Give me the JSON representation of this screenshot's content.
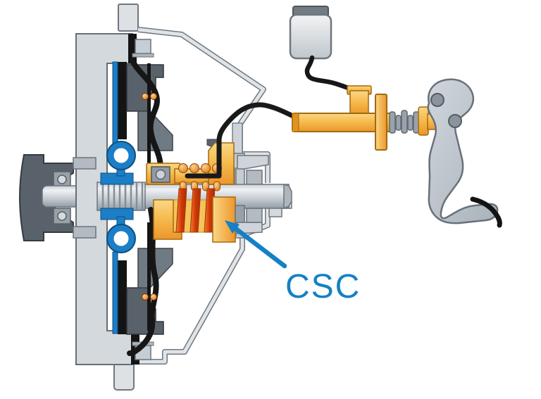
{
  "diagram": {
    "label": {
      "text": "CSC"
    },
    "colors": {
      "accent_blue": "#1580c5",
      "disc_blue": "#1b7ec6",
      "component_orange": "#f0a232",
      "component_yellow": "#f9d26e",
      "spring_red": "#d23808",
      "metal_light": "#d4d9dd",
      "metal_mid": "#9aa3ab",
      "metal_dark": "#59626b",
      "hose_black": "#171717"
    },
    "components": [
      {
        "name": "fluid-reservoir"
      },
      {
        "name": "master-cylinder"
      },
      {
        "name": "clutch-pedal"
      },
      {
        "name": "hydraulic-pipe"
      },
      {
        "name": "concentric-slave-cylinder"
      },
      {
        "name": "release-spring"
      },
      {
        "name": "release-bearing"
      },
      {
        "name": "clutch-disc"
      },
      {
        "name": "torsion-damper-spring"
      },
      {
        "name": "pressure-plate"
      },
      {
        "name": "diaphragm-spring"
      },
      {
        "name": "flywheel"
      },
      {
        "name": "crankshaft-flange"
      },
      {
        "name": "pilot-bearing"
      },
      {
        "name": "input-shaft"
      },
      {
        "name": "bell-housing"
      }
    ]
  }
}
